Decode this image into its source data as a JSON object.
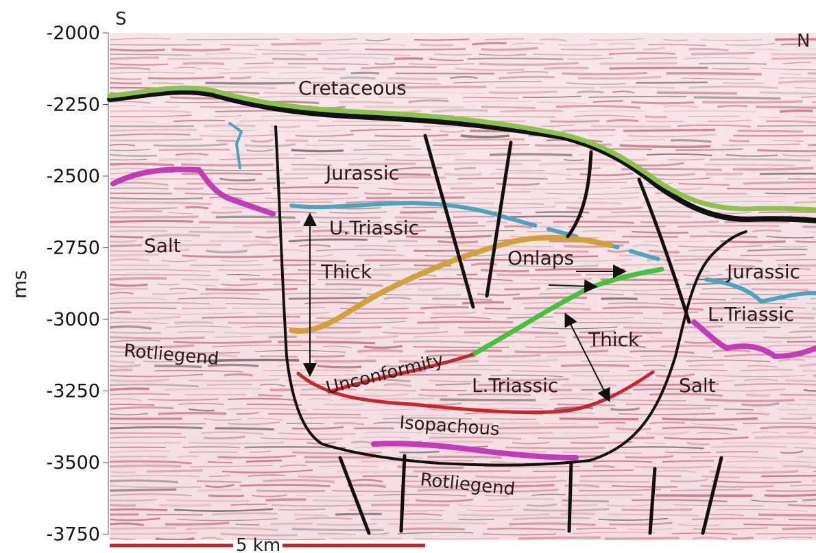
{
  "axis": {
    "ylabel": "ms",
    "ticks": [
      "-2000",
      "-2250",
      "-2500",
      "-2750",
      "-3000",
      "-3250",
      "-3500",
      "-3750"
    ]
  },
  "orientation": {
    "left": "S",
    "right": "N"
  },
  "labels": {
    "cretaceous": "Cretaceous",
    "jurassic": "Jurassic",
    "u_triassic": "U.Triassic",
    "salt_left": "Salt",
    "thick_left": "Thick",
    "onlaps": "Onlaps",
    "jurassic_right": "Jurassic",
    "l_triassic_right": "L.Triassic",
    "rotliegend_left": "Rotliegend",
    "unconformity": "Unconformity",
    "thick_right": "Thick",
    "l_triassic_center": "L.Triassic",
    "salt_right": "Salt",
    "isopachous": "Isopachous",
    "rotliegend_bottom": "Rotliegend"
  },
  "scale_bar": "5 km",
  "colors": {
    "seismic_red": "#b23a4a",
    "seismic_dark": "#3a2a2e",
    "horizon_green_top": "#8bc34a",
    "horizon_teal": "#4aa3c0",
    "horizon_magenta": "#c23cb8",
    "horizon_orange": "#d4a03a",
    "horizon_green": "#44c23a",
    "horizon_red": "#c8262c",
    "fault": "#111111"
  }
}
